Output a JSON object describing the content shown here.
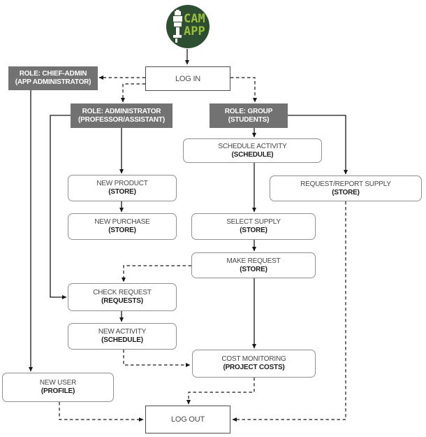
{
  "diagram": {
    "logo": {
      "line1": "CAM",
      "line2": "APP"
    },
    "nodes": {
      "login": {
        "title": "LOG IN"
      },
      "chief_admin": {
        "title": "ROLE: CHIEF-ADMIN",
        "subtitle": "(APP ADMINISTRATOR)"
      },
      "administrator": {
        "title": "ROLE: ADMINISTRATOR",
        "subtitle": "(PROFESSOR/ASSISTANT)"
      },
      "group": {
        "title": "ROLE: GROUP",
        "subtitle": "(STUDENTS)"
      },
      "schedule_activity": {
        "title": "SCHEDULE ACTIVITY",
        "subtitle": "(SCHEDULE)"
      },
      "request_report_supply": {
        "title": "REQUEST/REPORT SUPPLY",
        "subtitle": "(STORE)"
      },
      "new_product": {
        "title": "NEW PRODUCT",
        "subtitle": "(STORE)"
      },
      "new_purchase": {
        "title": "NEW PURCHASE",
        "subtitle": "(STORE)"
      },
      "select_supply": {
        "title": "SELECT SUPPLY",
        "subtitle": "(STORE)"
      },
      "make_request": {
        "title": "MAKE REQUEST",
        "subtitle": "(STORE)"
      },
      "check_request": {
        "title": "CHECK REQUEST",
        "subtitle": "(REQUESTS)"
      },
      "new_activity": {
        "title": "NEW ACTIVITY",
        "subtitle": "(SCHEDULE)"
      },
      "cost_monitoring": {
        "title": "COST MONITORING",
        "subtitle": "(PROJECT COSTS)"
      },
      "new_user": {
        "title": "NEW USER",
        "subtitle": "(PROFILE)"
      },
      "logout": {
        "title": "LOG OUT"
      }
    },
    "colors": {
      "page-bg": "#ffffff",
      "role-bg": "#717271",
      "role-text": "#ffffff",
      "action-border": "#8f908f",
      "plain-border": "#4c4c4c",
      "line": "#161616",
      "logo-circle": "#2d4e30",
      "logo-text": "#9abf3a",
      "logo-figure": "#ffffff"
    }
  }
}
